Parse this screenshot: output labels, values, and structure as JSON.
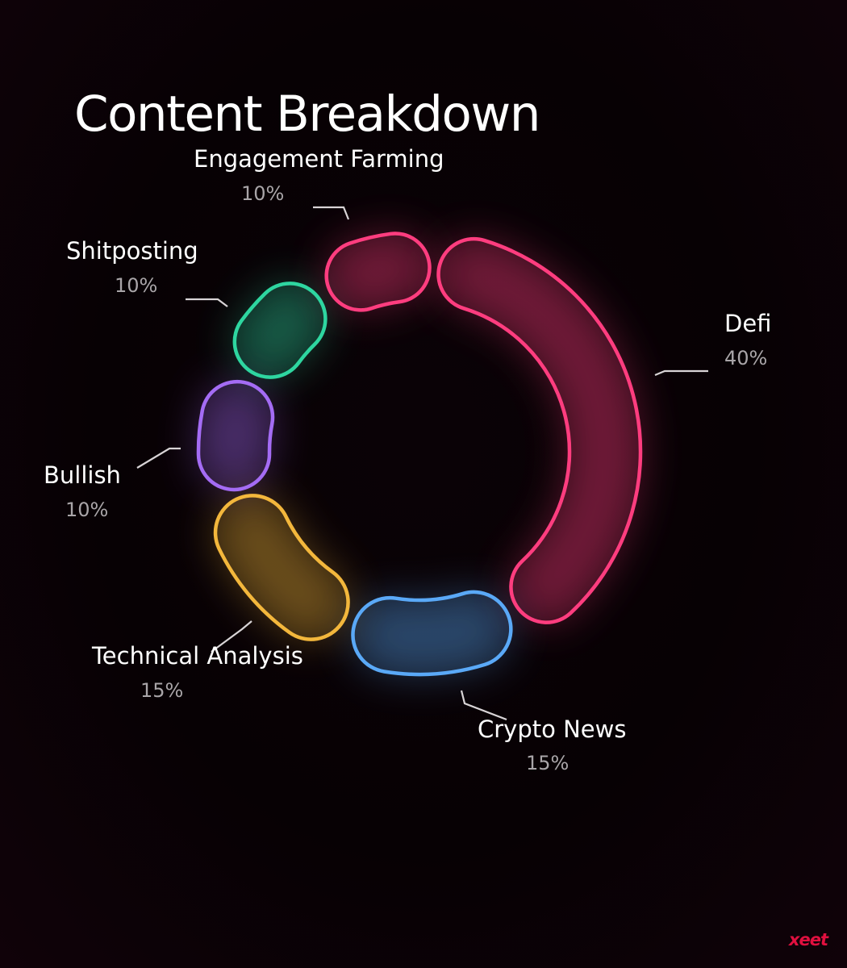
{
  "chart_data": {
    "type": "pie",
    "variant": "donut",
    "title": "Content Breakdown",
    "unit": "%",
    "slices": [
      {
        "label": "Defi",
        "value": 40,
        "value_label": "40%",
        "color": "#ff3d7f"
      },
      {
        "label": "Crypto News",
        "value": 15,
        "value_label": "15%",
        "color": "#5aa9f7"
      },
      {
        "label": "Technical Analysis",
        "value": 15,
        "value_label": "15%",
        "color": "#f3b73c"
      },
      {
        "label": "Bullish",
        "value": 10,
        "value_label": "10%",
        "color": "#a46cf4"
      },
      {
        "label": "Shitposting",
        "value": 10,
        "value_label": "10%",
        "color": "#2ed6a0"
      },
      {
        "label": "Engagement Farming",
        "value": 10,
        "value_label": "10%",
        "color": "#ff3d7f"
      }
    ]
  },
  "brand": {
    "logo_text": "xeet",
    "logo_color": "#e0103f"
  }
}
